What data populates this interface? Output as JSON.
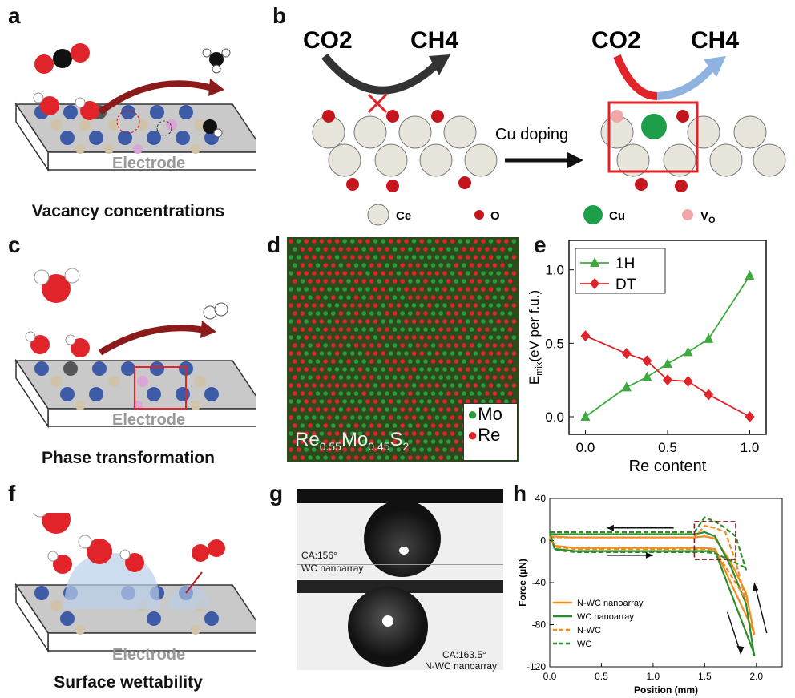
{
  "panels": {
    "a": {
      "label": "a",
      "electrode": "Electrode",
      "caption": "Vacancy concentrations"
    },
    "b": {
      "label": "b",
      "left_reactant": "CO2",
      "left_product": "CH4",
      "right_reactant": "CO2",
      "right_product": "CH4",
      "arrow_label": "Cu doping",
      "legend": [
        {
          "name": "Ce",
          "color": "#e8e6dc"
        },
        {
          "name": "O",
          "color": "#c4161c"
        },
        {
          "name": "Cu",
          "color": "#1e9e4a"
        },
        {
          "name": "VO",
          "color": "#f2a6a8"
        }
      ]
    },
    "c": {
      "label": "c",
      "electrode": "Electrode",
      "caption": "Phase transformation"
    },
    "d": {
      "label": "d",
      "formula": "Re0.55Mo0.45S2",
      "legend": [
        {
          "name": "Mo",
          "color": "#2a9d3a"
        },
        {
          "name": "Re",
          "color": "#e0242a"
        }
      ]
    },
    "e": {
      "label": "e"
    },
    "f": {
      "label": "f",
      "electrode": "Electrode",
      "caption": "Surface wettability"
    },
    "g": {
      "label": "g",
      "top_ca": "CA:156°",
      "top_name": "WC nanoarray",
      "bottom_ca": "CA:163.5°",
      "bottom_name": "N-WC nanoarray"
    },
    "h": {
      "label": "h"
    }
  },
  "chart_data": [
    {
      "type": "line",
      "xlabel": "Re content",
      "ylabel": "Emix(eV per f.u.)",
      "xlim": [
        -0.1,
        1.1
      ],
      "ylim": [
        -0.12,
        1.2
      ],
      "xticks": [
        0.0,
        0.5,
        1.0
      ],
      "yticks": [
        0.0,
        0.5,
        1.0
      ],
      "legend_position": "top-left",
      "series": [
        {
          "name": "1H",
          "color": "#3daa3d",
          "marker": "triangle",
          "x": [
            0,
            0.25,
            0.375,
            0.5,
            0.625,
            0.75,
            1.0
          ],
          "y": [
            0.0,
            0.2,
            0.27,
            0.36,
            0.44,
            0.53,
            0.96
          ]
        },
        {
          "name": "DT",
          "color": "#e0242a",
          "marker": "diamond",
          "x": [
            0,
            0.25,
            0.375,
            0.5,
            0.625,
            0.75,
            1.0
          ],
          "y": [
            0.55,
            0.43,
            0.38,
            0.25,
            0.24,
            0.15,
            0.0
          ]
        }
      ]
    },
    {
      "type": "line",
      "xlabel": "Position (mm)",
      "ylabel": "Force (µN)",
      "xlim": [
        0.0,
        2.25
      ],
      "ylim": [
        -120,
        40
      ],
      "xticks": [
        0.0,
        0.5,
        1.0,
        1.5,
        2.0
      ],
      "yticks": [
        40,
        0,
        -40,
        -80,
        -120
      ],
      "legend_position": "bottom-left",
      "series": [
        {
          "name": "N-WC nanoarray",
          "color": "#f28c1e",
          "dash": "solid",
          "x": [
            0,
            0.2,
            1.4,
            1.5,
            1.6,
            1.75,
            1.9,
            1.98,
            1.98,
            1.6,
            1.5,
            0.25,
            0.05,
            0
          ],
          "y": [
            4,
            3,
            3,
            4,
            2,
            -20,
            -50,
            -90,
            -88,
            -8,
            -7,
            -7,
            -5,
            4
          ]
        },
        {
          "name": "WC nanoarray",
          "color": "#2e8b2e",
          "dash": "solid",
          "x": [
            0,
            0.2,
            1.4,
            1.5,
            1.6,
            1.75,
            1.9,
            1.98,
            1.98,
            1.6,
            1.5,
            0.25,
            0.05,
            0
          ],
          "y": [
            6,
            6,
            6,
            8,
            4,
            -24,
            -60,
            -110,
            -108,
            -10,
            -10,
            -10,
            -8,
            6
          ]
        },
        {
          "name": "N-WC",
          "color": "#f28c1e",
          "dash": "dashed",
          "x": [
            0,
            0.2,
            1.4,
            1.5,
            1.6,
            1.7,
            1.8,
            1.9,
            1.9,
            1.6,
            1.5,
            0.25,
            0.05,
            0
          ],
          "y": [
            3,
            3,
            3,
            14,
            12,
            8,
            -20,
            -58,
            -56,
            -9,
            -8,
            -8,
            -6,
            3
          ]
        },
        {
          "name": "WC",
          "color": "#2e8b2e",
          "dash": "dashed",
          "x": [
            0,
            0.2,
            1.4,
            1.5,
            1.6,
            1.7,
            1.8,
            1.9,
            1.9,
            1.6,
            1.5,
            0.25,
            0.05,
            0
          ],
          "y": [
            8,
            8,
            8,
            22,
            18,
            12,
            4,
            -28,
            -26,
            -12,
            -11,
            -11,
            -9,
            8
          ]
        }
      ]
    }
  ]
}
